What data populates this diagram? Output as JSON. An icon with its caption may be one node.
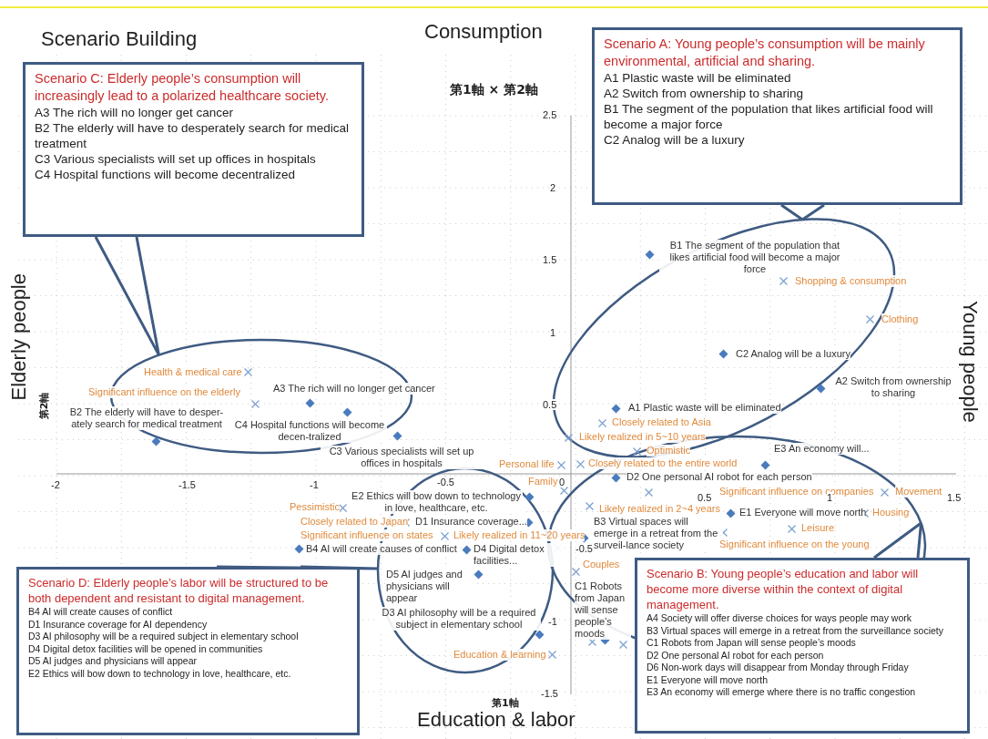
{
  "diagram": {
    "title": "Scenario Building",
    "nodes": [
      {
        "text": [
          "Scenario C: Elderly people’s consumption will increasingly lead to a polarized healthcare society.",
          "A3 The rich will no longer get cancer",
          "B2 The elderly will have to desperately search for medical treatment",
          "C3 Various specialists will set up offices in hospitals",
          "C4 Hospital functions will become decentralized"
        ]
      },
      {
        "text": [
          "Scenario A: Young people’s consumption will be mainly environmental, artificial and sharing.",
          "A1 Plastic waste will be eliminated",
          "A2 Switch from ownership to sharing",
          "B1 The segment of the population that likes artificial food will become a major force",
          "C2 Analog will be a luxury"
        ]
      },
      {
        "text": [],
        "shape": "ellipse"
      },
      {
        "text": [],
        "shape": "ellipse"
      },
      {
        "text": [],
        "shape": "ellipse"
      },
      {
        "text": [],
        "shape": "ellipse"
      },
      {
        "text": [
          "Scenario B: Young people’s education and labor will become more diverse within the context of digital management.",
          "A4 Society will offer diverse choices for ways people may work",
          "B3 Virtual spaces will emerge in a retreat from the surveillance society",
          "C1 Robots from Japan will sense people’s moods",
          "D2 One personal AI robot for each person",
          "D6 Non-work days will disappear from Monday through Friday",
          "E1 Everyone will move north",
          "E3 An economy will emerge where there is no traffic congestion"
        ]
      },
      {
        "text": [
          "Scenario D: Elderly people’s labor will be structured to be both dependent and resistant to digital management.",
          "B4 AI will create causes of conflict",
          "D1 Insurance coverage for AI dependency",
          "D3 AI philosophy will be a required subject in elementary school",
          "D4 Digital detox facilities will be opened in communities",
          "D5 AI judges and physicians will appear",
          "E2 Ethics will bow down to technology in love, healthcare, etc."
        ]
      }
    ],
    "edges": [
      {
        "from": 0,
        "to": 3,
        "arrow": "none"
      },
      {
        "from": 1,
        "to": 2,
        "arrow": "none"
      },
      {
        "from": 7,
        "to": 5,
        "arrow": "none"
      },
      {
        "from": 6,
        "to": 4,
        "arrow": "none"
      }
    ],
    "labels": [
      "Consumption",
      "第1軸 × 第2軸",
      "Elderly people",
      "Young people",
      "Education & labor",
      "第2軸",
      "第1軸",
      "2.5",
      "2",
      "1.5",
      "1",
      "0.5",
      "0",
      "-0.5",
      "-1",
      "-1.5",
      "-2",
      "-1.5",
      "-1",
      "-0.5",
      "0.5",
      "1",
      "1.5",
      "B1 The segment of the population that likes artificial food will become a major force",
      "Shopping & consumption",
      "Clothing",
      "C2 Analog will be a luxury",
      "Health & medical care",
      "Significant influence on the elderly",
      "A3 The rich will no longer get cancer",
      "A2 Switch from ownership to sharing",
      "B2 The elderly will have to desper-ately search for medical treatment",
      "C4 Hospital functions will become decen-tralized",
      "A1 Plastic waste will be eliminated",
      "Closely related to Asia",
      "C3 Various specialists will set up offices in hospitals",
      "Likely realized in 5~10 years",
      "Optimistic",
      "E3 An economy will...",
      "Personal life",
      "Family",
      "Closely related to the entire world",
      "D2 One personal AI robot for each person",
      "Significant influence on companies",
      "Movement",
      "Likely realized in 2~4 years",
      "E2 Ethics will bow down to technology in love, healthcare, etc.",
      "Pessimistic",
      "Closely related to Japan",
      "D1 Insurance coverage...",
      "Significant influence on states",
      "Likely realized in 11~20 years",
      "B4 AI will create causes of conflict",
      "D4 Digital detox facilities...",
      "D5 AI judges and physicians will appear",
      "D3 AI philosophy will be a required subject in elementary school",
      "Education & learning",
      "B3 Virtual spaces will emerge in a retreat from the surveil-lance society",
      "E1 Everyone will move north",
      "Housing",
      "Leisure",
      "Significant influence on the young",
      "Couples",
      "C1 Robots from Japan will sense people’s moods"
    ]
  }
}
